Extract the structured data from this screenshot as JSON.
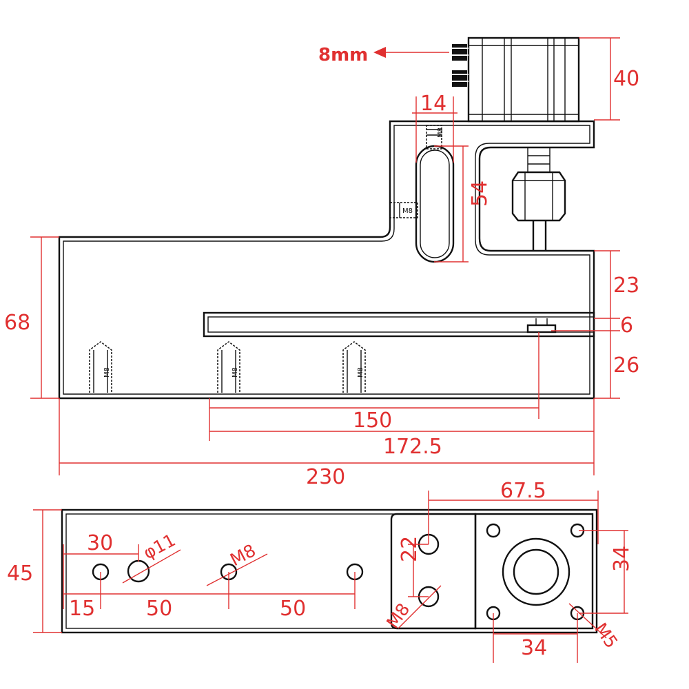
{
  "colors": {
    "dimension": "#e03030",
    "outline": "#111111",
    "background": "#ffffff"
  },
  "note": {
    "label": "8mm"
  },
  "side_view": {
    "dims": {
      "cyl_height": "40",
      "slot_width": "14",
      "slot_length": "54",
      "upper_gap": "23",
      "plate": "6",
      "lower": "26",
      "total_height": "68",
      "hole_span": "150",
      "plate_length": "172.5",
      "total_length": "230"
    },
    "thread_label": "M8"
  },
  "top_view": {
    "dims": {
      "width": "45",
      "d30": "30",
      "dia": "φ11",
      "m8": "M8",
      "d15": "15",
      "d50a": "50",
      "d50b": "50",
      "d22": "22",
      "m8b": "M8",
      "d67": "67.5",
      "d34v": "34",
      "d34h": "34",
      "m5": "M5"
    }
  }
}
